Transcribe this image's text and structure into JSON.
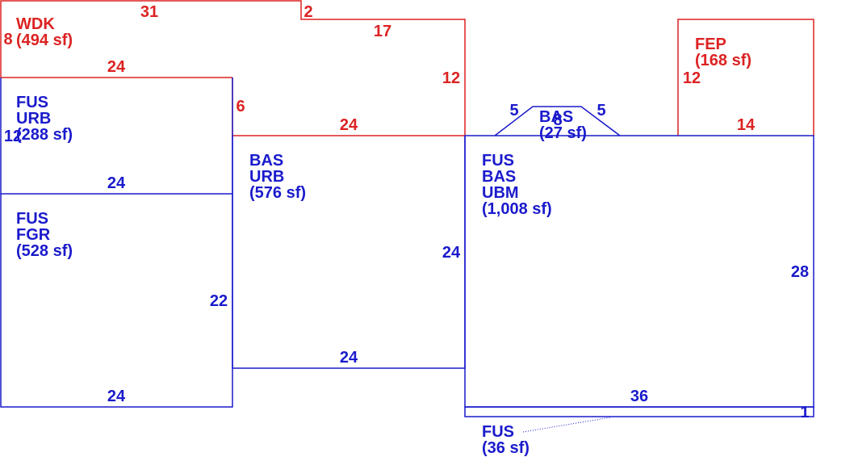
{
  "areas": {
    "wdk": {
      "lines": [
        "WDK",
        "(494 sf)"
      ]
    },
    "fep": {
      "lines": [
        "FEP",
        "(168 sf)"
      ]
    },
    "fus_urb": {
      "lines": [
        "FUS",
        "URB",
        "(288 sf)"
      ]
    },
    "fus_fgr": {
      "lines": [
        "FUS",
        "FGR",
        "(528 sf)"
      ]
    },
    "bas_urb": {
      "lines": [
        "BAS",
        "URB",
        "(576 sf)"
      ]
    },
    "bas_small": {
      "lines": [
        "BAS",
        "(27 sf)"
      ]
    },
    "fus_bas_ubm": {
      "lines": [
        "FUS",
        "BAS",
        "UBM",
        "(1,008 sf)"
      ]
    },
    "fus_strip": {
      "lines": [
        "FUS",
        "(36 sf)"
      ]
    }
  },
  "dimensions": {
    "wdk_top": "31",
    "wdk_step": "2",
    "wdk_left": "8",
    "wdk_upper": "17",
    "wdk_right": "12",
    "wdk_bottom": "24",
    "wdk_inner": "6",
    "wdk_lower": "24",
    "fep_side": "12",
    "fep_bottom": "14",
    "fus_urb_side": "12",
    "fus_urb_bottom": "24",
    "fus_fgr_side": "22",
    "fus_fgr_bottom": "24",
    "bas_urb_side": "24",
    "bas_urb_bottom": "24",
    "bas_small_left": "5",
    "bas_small_mid": "8",
    "bas_small_right": "5",
    "main_side": "28",
    "main_bottom": "36",
    "strip_side": "1"
  },
  "colors": {
    "living": "#1a1acc",
    "porch_deck": "#dd2222"
  }
}
